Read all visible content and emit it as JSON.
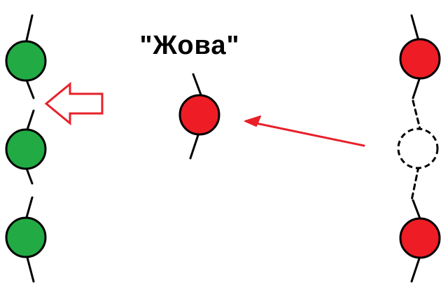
{
  "diagram": {
    "caption": "\"Жова\"",
    "colors": {
      "outline": "#000000",
      "green": "#22aa44",
      "red": "#ee1c24",
      "empty": "#ffffff",
      "arrow": "#e8202a"
    },
    "left_chain": {
      "beads": [
        {
          "color": "green",
          "name": "left-bead-top"
        },
        {
          "color": "green",
          "name": "left-bead-middle"
        },
        {
          "color": "green",
          "name": "left-bead-bottom"
        }
      ],
      "gap_after": "left-bead-top"
    },
    "center": {
      "color": "red",
      "name": "removed-bead"
    },
    "right_chain": {
      "beads": [
        {
          "color": "red",
          "name": "right-bead-top"
        },
        {
          "color": "empty",
          "name": "right-bead-missing",
          "dashed": true
        },
        {
          "color": "red",
          "name": "right-bead-bottom"
        }
      ]
    },
    "arrows": [
      {
        "name": "hollow-arrow-left",
        "style": "hollow"
      },
      {
        "name": "line-arrow-to-center",
        "style": "line"
      }
    ]
  }
}
